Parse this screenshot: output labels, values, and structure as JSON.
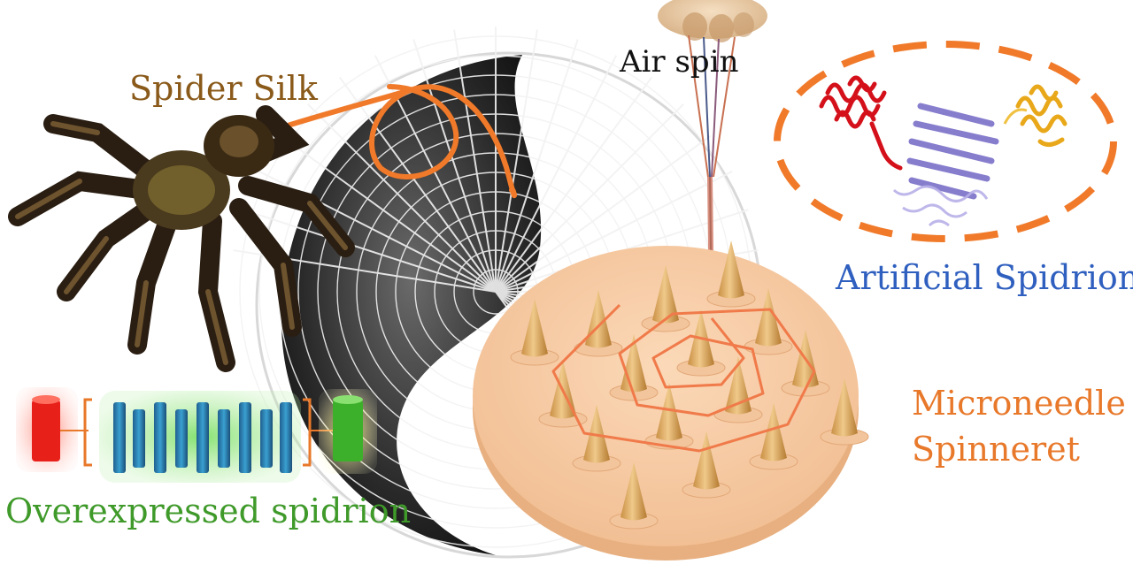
{
  "labels": {
    "spider_silk": "Spider Silk",
    "air_spin": "Air spin",
    "artificial_spidrion": "Artificial Spidrion",
    "microneedle_line1": "Microneedle",
    "microneedle_line2": "Spinneret",
    "overexpressed": "Overexpressed spidrion"
  },
  "colors": {
    "spider_silk": "#8a5a1a",
    "air_spin": "#111111",
    "artificial_spidrion": "#2f5fbf",
    "microneedle": "#e8782a",
    "overexpressed": "#3f9a2a",
    "silk_fiber": "#f07a2a",
    "dashed_ellipse": "#f07a2a",
    "spinneret_disk": "#f6c9a2",
    "needle": "#d7a25a"
  },
  "icons": {
    "spider": "tarantula-illustration",
    "web": "spider-web-illustration",
    "protein": "protein-ribbon-structure",
    "spidrion_domains": "spidrion-domain-diagram"
  }
}
